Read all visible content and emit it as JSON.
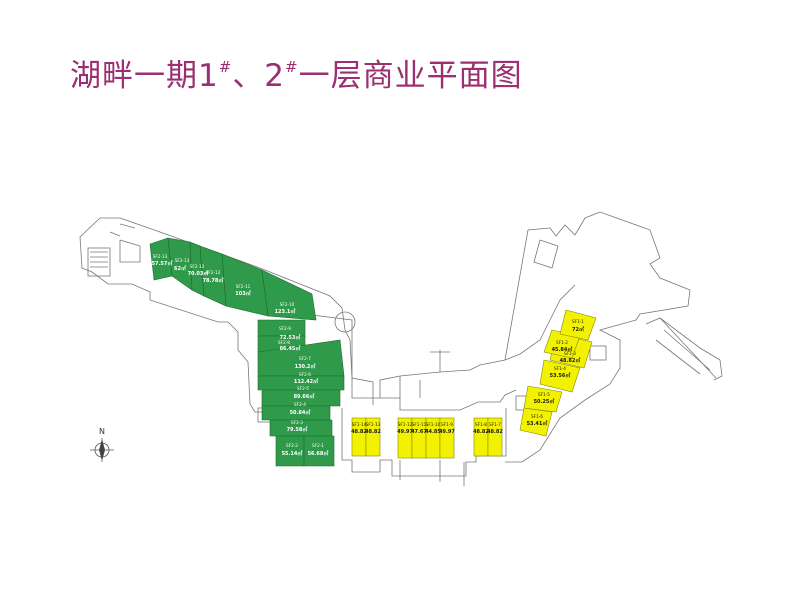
{
  "title": {
    "main": "湖畔一期1",
    "sup1": "#",
    "mid": "、2",
    "sup2": "#",
    "tail": "一层商业平面图"
  },
  "compass_label": "N",
  "colors": {
    "title": "#9b2f72",
    "green_unit": "#2e9a4a",
    "yellow_unit": "#f2f200",
    "wall": "#666666"
  },
  "green_units": [
    {
      "id": "SF2-13",
      "area": "57.57㎡"
    },
    {
      "id": "SF2-13",
      "area": "62㎡"
    },
    {
      "id": "SF2-13",
      "area": "70.03㎡"
    },
    {
      "id": "SF2-12",
      "area": "78.78㎡"
    },
    {
      "id": "SF2-11",
      "area": "103㎡"
    },
    {
      "id": "SF2-10",
      "area": "123.1㎡"
    },
    {
      "id": "SF2-9",
      "area": "72.53㎡"
    },
    {
      "id": "SF2-8",
      "area": "86.45㎡"
    },
    {
      "id": "SF2-7",
      "area": "130.2㎡"
    },
    {
      "id": "SF2-6",
      "area": "112.42㎡"
    },
    {
      "id": "SF2-5",
      "area": "89.66㎡"
    },
    {
      "id": "SF2-4",
      "area": "50.84㎡"
    },
    {
      "id": "SF2-3",
      "area": "79.58㎡"
    },
    {
      "id": "SF2-2",
      "area": "55.14㎡"
    },
    {
      "id": "SF2-1",
      "area": "56.68㎡"
    }
  ],
  "yellow_units": [
    {
      "id": "SF1-14",
      "area": "48.82"
    },
    {
      "id": "SF1-13",
      "area": "48.82"
    },
    {
      "id": "SF1-12",
      "area": "49.97"
    },
    {
      "id": "SF1-11",
      "area": "47.67"
    },
    {
      "id": "SF1-10",
      "area": "44.85"
    },
    {
      "id": "SF1-9",
      "area": "49.97"
    },
    {
      "id": "SF1-8",
      "area": "48.82"
    },
    {
      "id": "SF1-7",
      "area": "48.82"
    },
    {
      "id": "SF1-6",
      "area": "53.41㎡"
    },
    {
      "id": "SF1-5",
      "area": "50.25㎡"
    },
    {
      "id": "SF1-4",
      "area": "53.56㎡"
    },
    {
      "id": "SF1-3",
      "area": "48.82㎡"
    },
    {
      "id": "SF1-2",
      "area": "45.84㎡"
    },
    {
      "id": "SF1-1",
      "area": "72㎡"
    }
  ]
}
